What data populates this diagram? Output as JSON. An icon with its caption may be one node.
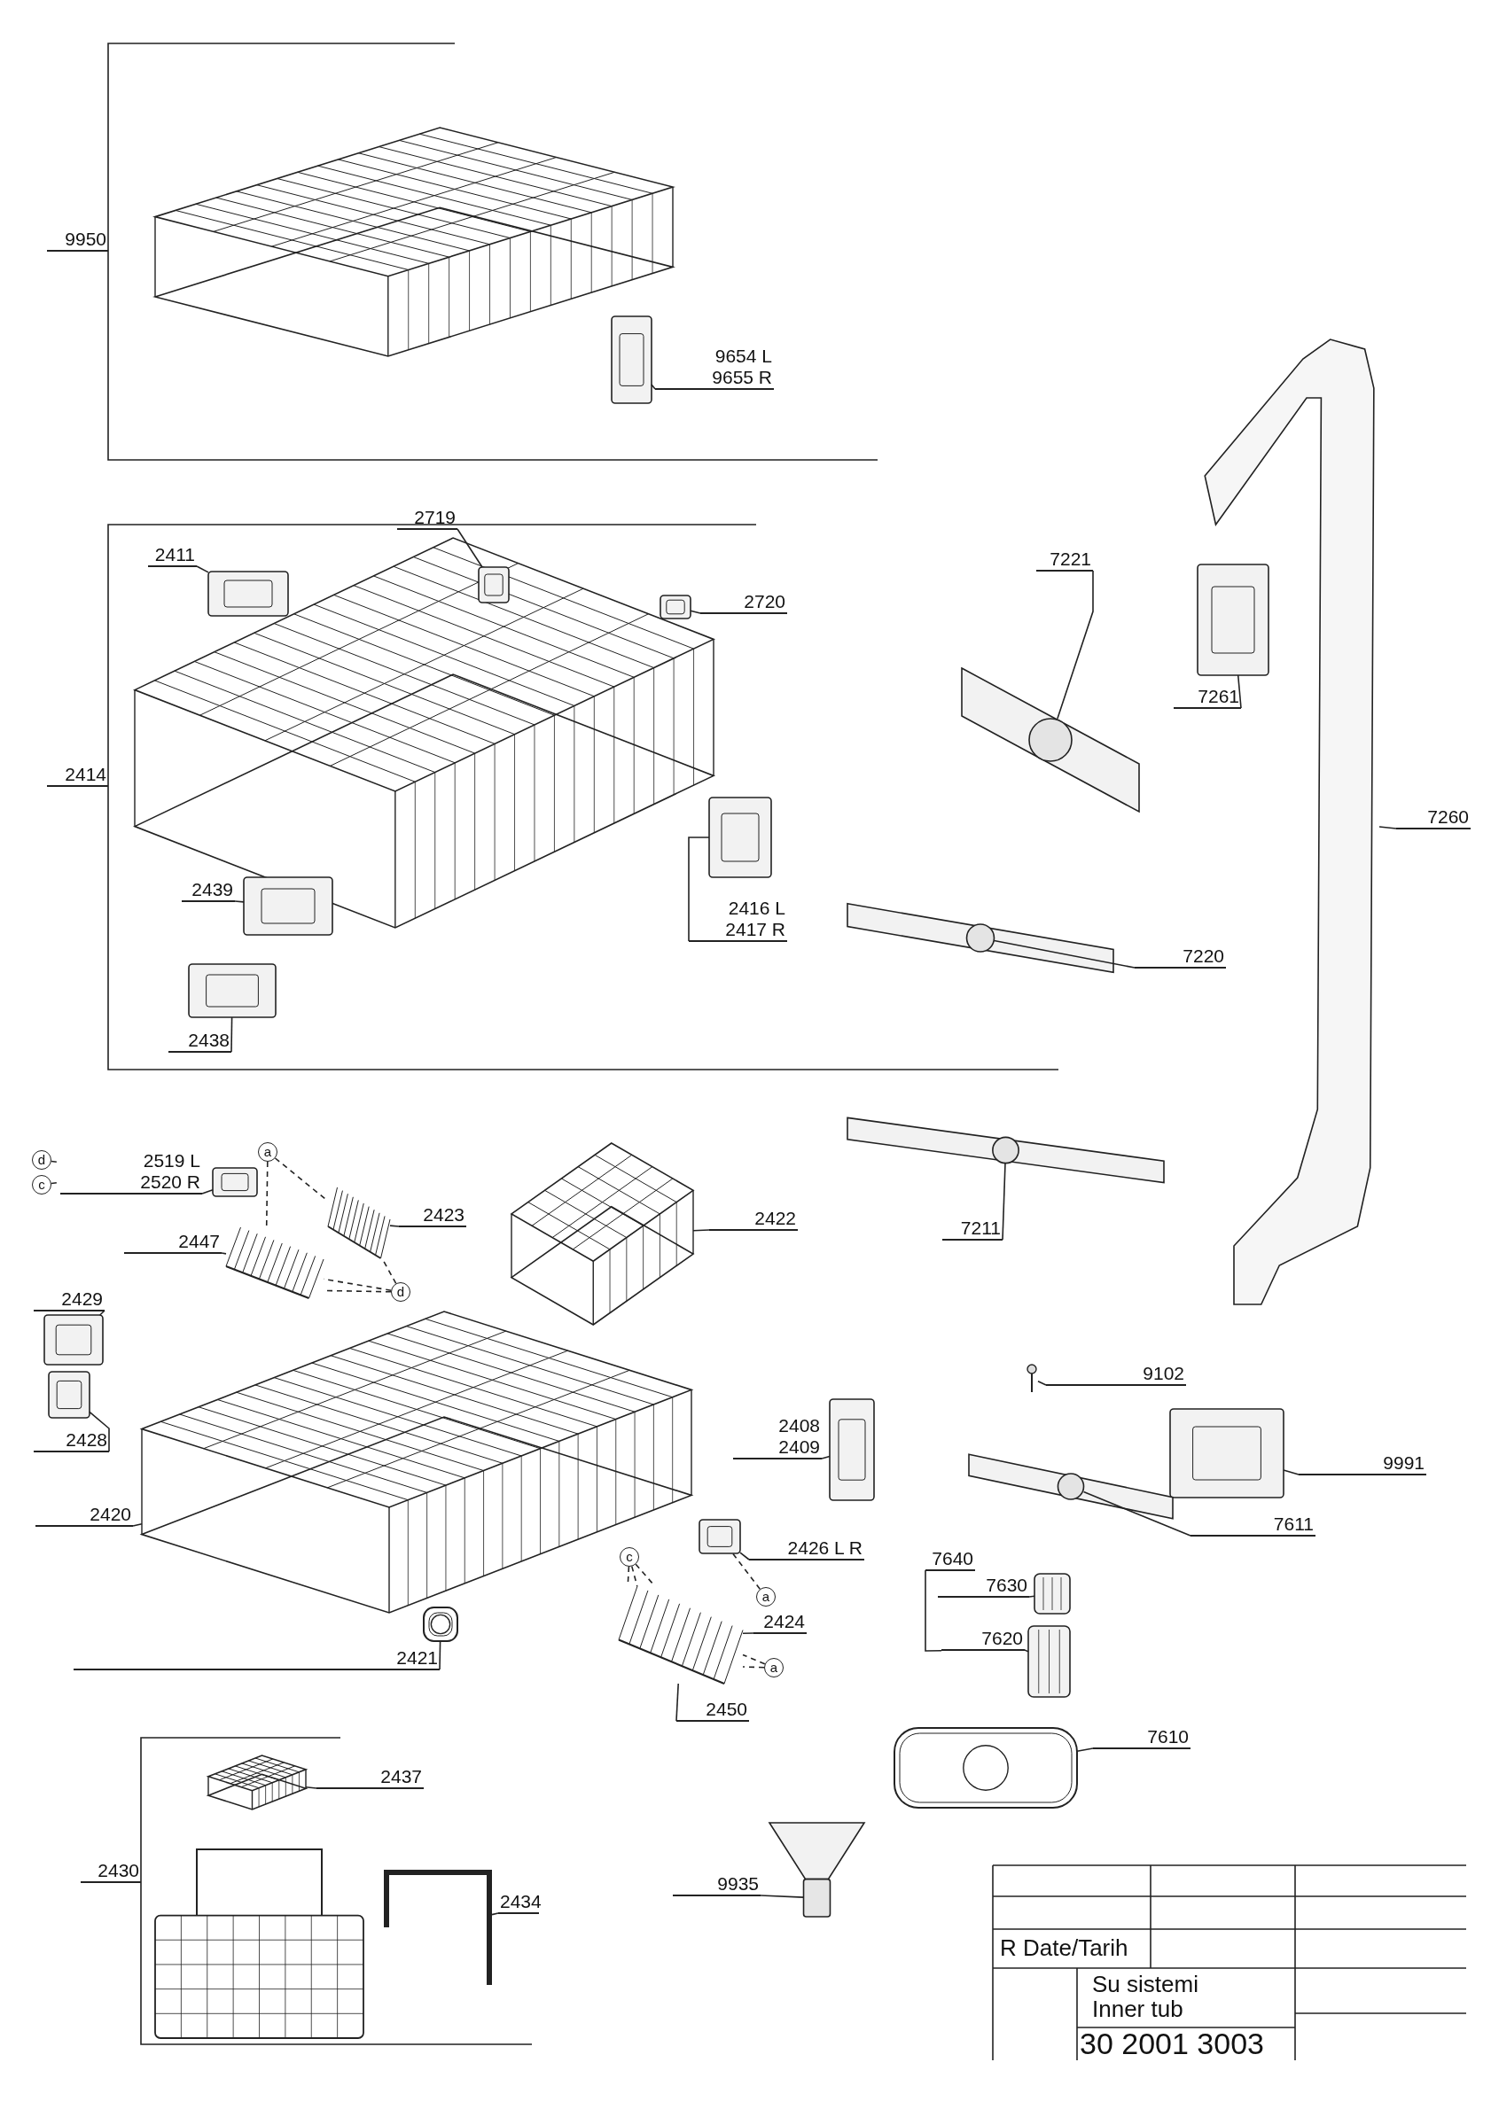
{
  "diagram": {
    "nodes": [
      {
        "text": [
          "9950"
        ]
      },
      {
        "text": [
          "9654 L",
          "9655 R"
        ]
      },
      {
        "text": [
          "2411"
        ]
      },
      {
        "text": [
          "2719"
        ]
      },
      {
        "text": [
          "2720"
        ]
      },
      {
        "text": [
          "2414"
        ]
      },
      {
        "text": [
          "2439"
        ]
      },
      {
        "text": [
          "2416 L",
          "2417 R"
        ]
      },
      {
        "text": [
          "2438"
        ]
      },
      {
        "text": [
          "7221"
        ]
      },
      {
        "text": [
          "7261"
        ]
      },
      {
        "text": [
          "7260"
        ]
      },
      {
        "text": [
          "7220"
        ]
      },
      {
        "text": [
          "7211"
        ]
      },
      {
        "text": [
          "d"
        ]
      },
      {
        "text": [
          "2519 L",
          "2520 R"
        ]
      },
      {
        "text": [
          "c"
        ]
      },
      {
        "text": [
          "a"
        ]
      },
      {
        "text": [
          "2423"
        ]
      },
      {
        "text": [
          "2447"
        ]
      },
      {
        "text": [
          "d"
        ]
      },
      {
        "text": [
          "2422"
        ]
      },
      {
        "text": [
          "2429"
        ]
      },
      {
        "text": [
          "2428"
        ]
      },
      {
        "text": [
          "2408",
          "2409"
        ]
      },
      {
        "text": [
          "2420"
        ]
      },
      {
        "text": [
          "2426 L R"
        ]
      },
      {
        "text": [
          "c"
        ]
      },
      {
        "text": [
          "a"
        ]
      },
      {
        "text": [
          "2424"
        ]
      },
      {
        "text": [
          "a"
        ]
      },
      {
        "text": [
          "2421"
        ]
      },
      {
        "text": [
          "2450"
        ]
      },
      {
        "text": [
          "9102"
        ]
      },
      {
        "text": [
          "9991"
        ]
      },
      {
        "text": [
          "7611"
        ]
      },
      {
        "text": [
          "7640"
        ]
      },
      {
        "text": [
          "7630"
        ]
      },
      {
        "text": [
          "7620"
        ]
      },
      {
        "text": [
          "7610"
        ]
      },
      {
        "text": [
          "2430"
        ]
      },
      {
        "text": [
          "2437"
        ]
      },
      {
        "text": [
          "9935"
        ]
      },
      {
        "text": [
          "2434"
        ]
      },
      {
        "text": [],
        "shape": "picture"
      },
      {
        "text": [],
        "shape": "picture"
      },
      {
        "text": [],
        "shape": "picture"
      },
      {
        "text": [],
        "shape": "picture"
      },
      {
        "text": [],
        "shape": "picture"
      },
      {
        "text": [],
        "shape": "picture"
      },
      {
        "text": [],
        "shape": "picture"
      },
      {
        "text": [],
        "shape": "picture"
      },
      {
        "text": [],
        "shape": "picture"
      },
      {
        "text": [],
        "shape": "picture"
      },
      {
        "text": [],
        "shape": "picture"
      },
      {
        "text": [],
        "shape": "picture"
      },
      {
        "text": [],
        "shape": "picture"
      },
      {
        "text": [],
        "shape": "picture"
      },
      {
        "text": [],
        "shape": "picture"
      },
      {
        "text": [],
        "shape": "picture"
      },
      {
        "text": [],
        "shape": "picture"
      },
      {
        "text": [],
        "shape": "picture"
      },
      {
        "text": [],
        "shape": "picture"
      },
      {
        "text": [],
        "shape": "picture"
      },
      {
        "text": [],
        "shape": "picture"
      },
      {
        "text": [],
        "shape": "picture"
      },
      {
        "text": [],
        "shape": "picture"
      },
      {
        "text": [],
        "shape": "picture"
      },
      {
        "text": [],
        "shape": "picture"
      },
      {
        "text": [],
        "shape": "picture"
      },
      {
        "text": [],
        "shape": "picture"
      },
      {
        "text": [],
        "shape": "picture"
      },
      {
        "text": [],
        "shape": "picture"
      },
      {
        "text": [],
        "shape": "picture"
      },
      {
        "text": [],
        "shape": "picture"
      },
      {
        "text": [],
        "shape": "picture"
      }
    ],
    "edges": [
      {
        "from": 0,
        "to": null,
        "arrow": "none"
      },
      {
        "from": 1,
        "to": 44,
        "arrow": "none"
      },
      {
        "from": 2,
        "to": 45,
        "arrow": "none"
      },
      {
        "from": 3,
        "to": 46,
        "arrow": "none"
      },
      {
        "from": 4,
        "to": 47,
        "arrow": "none"
      },
      {
        "from": 5,
        "to": null,
        "arrow": "none"
      },
      {
        "from": 6,
        "to": 48,
        "arrow": "none"
      },
      {
        "from": 7,
        "to": 49,
        "arrow": "none"
      },
      {
        "from": 8,
        "to": 50,
        "arrow": "none"
      },
      {
        "from": 9,
        "to": 51,
        "arrow": "none"
      },
      {
        "from": 10,
        "to": 52,
        "arrow": "none"
      },
      {
        "from": 11,
        "to": 53,
        "arrow": "none"
      },
      {
        "from": 12,
        "to": 54,
        "arrow": "none"
      },
      {
        "from": 13,
        "to": 55,
        "arrow": "none"
      },
      {
        "from": 14,
        "to": 15,
        "arrow": "none",
        "style": "dashed"
      },
      {
        "from": 15,
        "to": 56,
        "arrow": "none"
      },
      {
        "from": 16,
        "to": 15,
        "arrow": "none",
        "style": "dashed"
      },
      {
        "from": 17,
        "to": 57,
        "arrow": "none",
        "style": "dashed"
      },
      {
        "from": 17,
        "to": 58,
        "arrow": "none",
        "style": "dashed"
      },
      {
        "from": 18,
        "to": 58,
        "arrow": "none"
      },
      {
        "from": 19,
        "to": 57,
        "arrow": "none"
      },
      {
        "from": 20,
        "to": 57,
        "arrow": "none",
        "style": "dashed"
      },
      {
        "from": 20,
        "to": 57,
        "arrow": "none",
        "style": "dashed"
      },
      {
        "from": 20,
        "to": 58,
        "arrow": "none",
        "style": "dashed"
      },
      {
        "from": 21,
        "to": 59,
        "arrow": "none"
      },
      {
        "from": 22,
        "to": 60,
        "arrow": "none"
      },
      {
        "from": 23,
        "to": 61,
        "arrow": "none"
      },
      {
        "from": 24,
        "to": 63,
        "arrow": "none"
      },
      {
        "from": 25,
        "to": 62,
        "arrow": "none"
      },
      {
        "from": 26,
        "to": 64,
        "arrow": "none"
      },
      {
        "from": 27,
        "to": 65,
        "arrow": "none",
        "style": "dashed"
      },
      {
        "from": 27,
        "to": 65,
        "arrow": "none",
        "style": "dashed"
      },
      {
        "from": 27,
        "to": 65,
        "arrow": "none",
        "style": "dashed"
      },
      {
        "from": 28,
        "to": 64,
        "arrow": "none",
        "style": "dashed"
      },
      {
        "from": 29,
        "to": 65,
        "arrow": "none"
      },
      {
        "from": 30,
        "to": 65,
        "arrow": "none",
        "style": "dashed"
      },
      {
        "from": 30,
        "to": 65,
        "arrow": "none",
        "style": "dashed"
      },
      {
        "from": 31,
        "to": 66,
        "arrow": "none"
      },
      {
        "from": 32,
        "to": 65,
        "arrow": "none"
      },
      {
        "from": 33,
        "to": 67,
        "arrow": "none"
      },
      {
        "from": 34,
        "to": 68,
        "arrow": "none"
      },
      {
        "from": 35,
        "to": 69,
        "arrow": "none"
      },
      {
        "from": 36,
        "to": 38,
        "arrow": "none"
      },
      {
        "from": 37,
        "to": 70,
        "arrow": "none"
      },
      {
        "from": 38,
        "to": 71,
        "arrow": "none"
      },
      {
        "from": 39,
        "to": 72,
        "arrow": "none"
      },
      {
        "from": 40,
        "to": null,
        "arrow": "none"
      },
      {
        "from": 41,
        "to": 73,
        "arrow": "none"
      },
      {
        "from": 42,
        "to": 74,
        "arrow": "none"
      },
      {
        "from": 43,
        "to": 75,
        "arrow": "none"
      }
    ],
    "labels": [
      "R Date/Tarih",
      "Su sistemi",
      "Inner tub",
      "30 2001 3003"
    ]
  }
}
